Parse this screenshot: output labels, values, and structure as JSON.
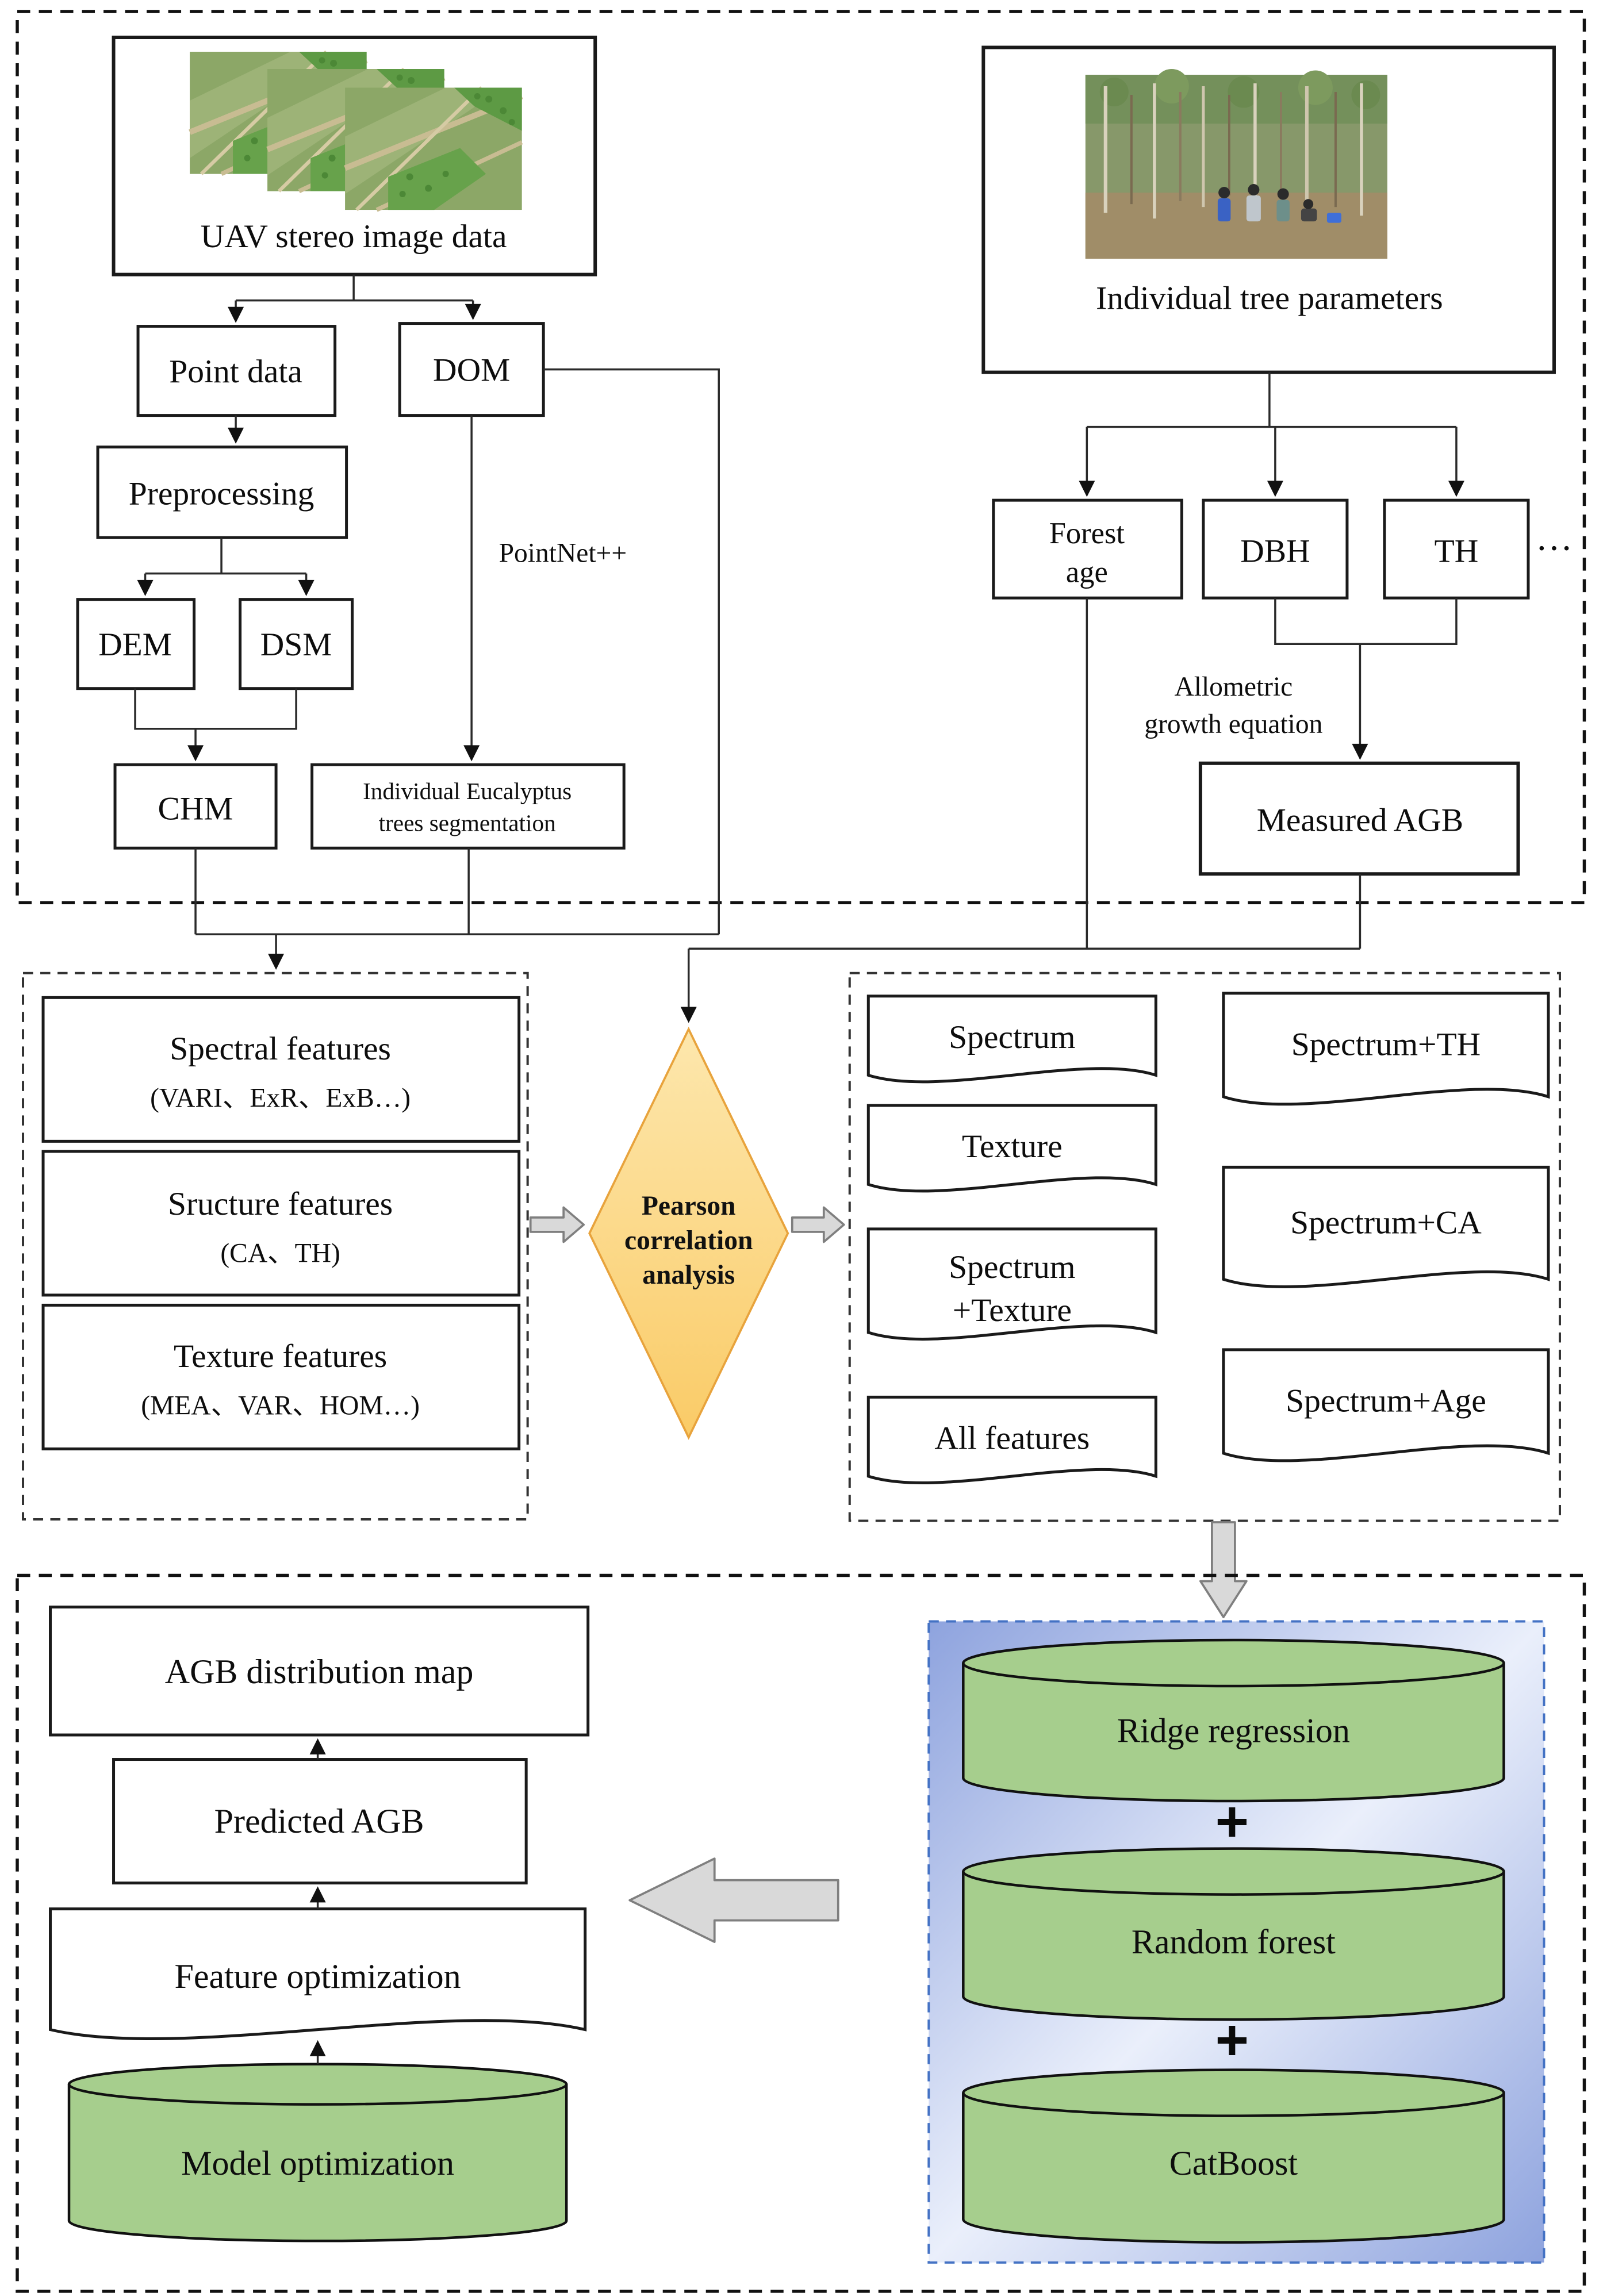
{
  "top": {
    "uav_label": "UAV stereo image data",
    "point_data": "Point data",
    "dom": "DOM",
    "preprocessing": "Preprocessing",
    "dem": "DEM",
    "dsm": "DSM",
    "chm": "CHM",
    "seg1": "Individual Eucalyptus",
    "seg2": "trees segmentation",
    "pointnet": "PointNet++",
    "params_label": "Individual tree parameters",
    "forest1": "Forest",
    "forest2": "age",
    "dbh": "DBH",
    "th": "TH",
    "dots": "···",
    "allo1": "Allometric",
    "allo2": "growth equation",
    "measured": "Measured AGB"
  },
  "features": {
    "spectral1": "Spectral features",
    "spectral2": "(VARI、ExR、ExB…)",
    "structure1": "Sructure features",
    "structure2": "(CA、TH)",
    "texture1": "Texture features",
    "texture2": "(MEA、VAR、HOM…)"
  },
  "pearson": {
    "l1": "Pearson",
    "l2": "correlation",
    "l3": "analysis"
  },
  "combos": {
    "spectrum": "Spectrum",
    "texture": "Texture",
    "st1": "Spectrum",
    "st2": "+Texture",
    "all": "All features",
    "th": "Spectrum+TH",
    "ca": "Spectrum+CA",
    "age": "Spectrum+Age"
  },
  "bottom": {
    "agb_map": "AGB distribution map",
    "predicted": "Predicted AGB",
    "feat_opt": "Feature optimization",
    "model_opt": "Model optimization"
  },
  "ensemble": {
    "ridge": "Ridge regression",
    "rf": "Random forest",
    "catboost": "CatBoost",
    "plus": "+"
  },
  "colors": {
    "diamond-top": "#FDE7AD",
    "diamond-bottom": "#FACB67",
    "diamond-stroke": "#E8A33C",
    "green-fill": "#A6CE8D",
    "blue-edge": "#8EA3DE",
    "blue-center": "#EAEFFB",
    "blue-border": "#4472C4",
    "gray-arrow": "#D9D9D9",
    "gray-arrow-stroke": "#7F7F7F"
  }
}
